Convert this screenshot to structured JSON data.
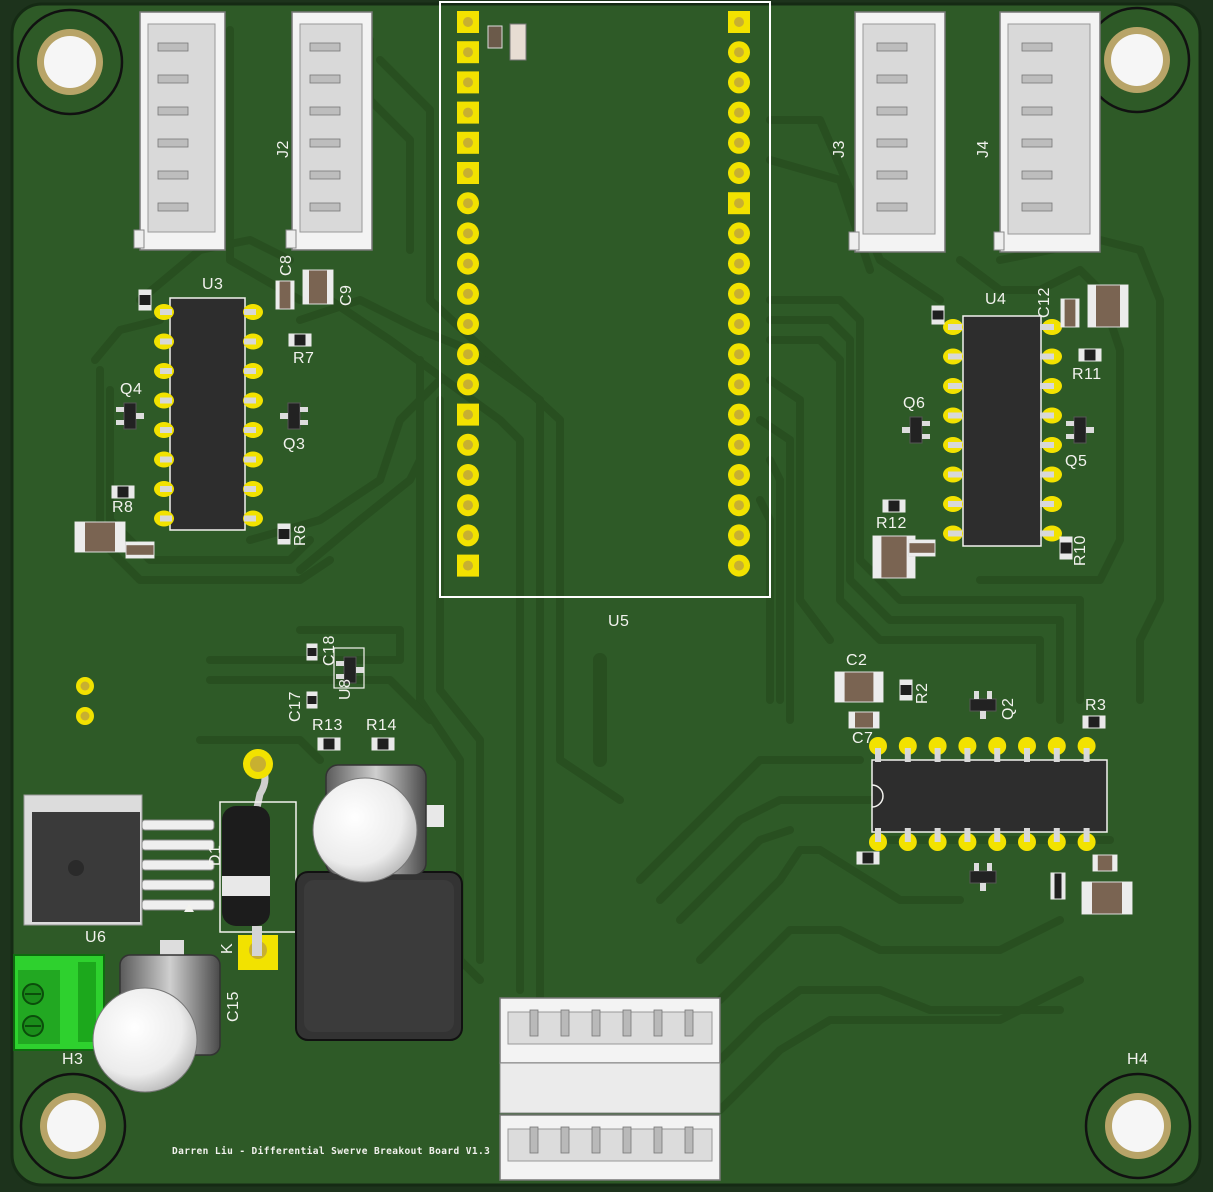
{
  "board": {
    "credit": "Darren Liu - Differential Swerve Breakout Board V1.3",
    "colors": {
      "pcb": "#2e5a27",
      "trace": "#29521f",
      "silk": "#f2f2ee",
      "pad": "#f2e200",
      "copper": "#c8b030",
      "ic": "#2e2e2e",
      "outline": "#ffffff"
    }
  },
  "refdes": {
    "u5": "U5",
    "u3": "U3",
    "u4": "U4",
    "u6": "U6",
    "u8": "U8",
    "j2": "J2",
    "j3": "J3",
    "j4": "J4",
    "h3": "H3",
    "h4": "H4",
    "c2": "C2",
    "c7": "C7",
    "c8": "C8",
    "c9": "C9",
    "c12": "C12",
    "c15": "C15",
    "c17": "C17",
    "c18": "C18",
    "r2": "R2",
    "r3": "R3",
    "r6": "R6",
    "r7": "R7",
    "r8": "R8",
    "r10": "R10",
    "r11": "R11",
    "r12": "R12",
    "r13": "R13",
    "r14": "R14",
    "q2": "Q2",
    "q3": "Q3",
    "q4": "Q4",
    "q5": "Q5",
    "q6": "Q6",
    "d1": "D1",
    "k": "K"
  }
}
